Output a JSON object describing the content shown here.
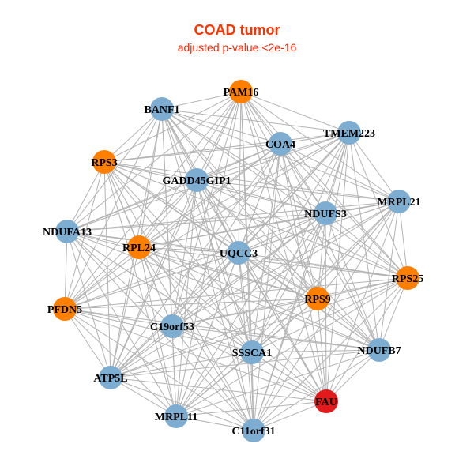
{
  "title": "COAD tumor",
  "subtitle": "adjusted p-value <2e-16",
  "colors": {
    "blue": "#7eadd2",
    "orange": "#ff7f00",
    "red": "#e31a1c",
    "edge": "#b3b3b3"
  },
  "nodes": [
    {
      "name": "PAM16",
      "group": "orange"
    },
    {
      "name": "BANF1",
      "group": "blue"
    },
    {
      "name": "TMEM223",
      "group": "blue"
    },
    {
      "name": "COA4",
      "group": "blue"
    },
    {
      "name": "RPS3",
      "group": "orange"
    },
    {
      "name": "GADD45GIP1",
      "group": "blue"
    },
    {
      "name": "MRPL21",
      "group": "blue"
    },
    {
      "name": "NDUFS3",
      "group": "blue"
    },
    {
      "name": "NDUFA13",
      "group": "blue"
    },
    {
      "name": "RPL24",
      "group": "orange"
    },
    {
      "name": "UQCC3",
      "group": "blue"
    },
    {
      "name": "RPS25",
      "group": "orange"
    },
    {
      "name": "RPS9",
      "group": "orange"
    },
    {
      "name": "PFDN5",
      "group": "orange"
    },
    {
      "name": "C19orf53",
      "group": "blue"
    },
    {
      "name": "SSSCA1",
      "group": "blue"
    },
    {
      "name": "NDUFB7",
      "group": "blue"
    },
    {
      "name": "ATP5L",
      "group": "blue"
    },
    {
      "name": "FAU",
      "group": "red"
    },
    {
      "name": "MRPL11",
      "group": "blue"
    },
    {
      "name": "C11orf31",
      "group": "blue"
    }
  ]
}
